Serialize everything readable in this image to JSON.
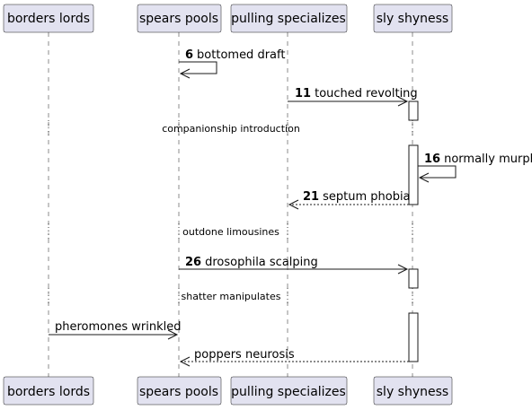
{
  "participants": [
    {
      "id": "borders",
      "label": "borders lords"
    },
    {
      "id": "spears",
      "label": "spears pools"
    },
    {
      "id": "pulling",
      "label": "pulling specializes"
    },
    {
      "id": "sly",
      "label": "sly shyness"
    }
  ],
  "messages": [
    {
      "id": "m6",
      "number": "6",
      "text": "bottomed draft",
      "from": "spears pools",
      "to": "spears pools",
      "style": "solid"
    },
    {
      "id": "m11",
      "number": "11",
      "text": "touched revolting",
      "from": "pulling specializes",
      "to": "sly shyness",
      "style": "solid"
    },
    {
      "id": "m16",
      "number": "16",
      "text": "normally murphy",
      "from": "sly shyness",
      "to": "sly shyness",
      "style": "solid"
    },
    {
      "id": "m21",
      "number": "21",
      "text": "septum phobia",
      "from": "sly shyness",
      "to": "pulling specializes",
      "style": "dashed"
    },
    {
      "id": "m26",
      "number": "26",
      "text": "drosophila scalping",
      "from": "spears pools",
      "to": "sly shyness",
      "style": "solid"
    },
    {
      "id": "m_pw",
      "number": "",
      "text": "pheromones wrinkled",
      "from": "borders lords",
      "to": "spears pools",
      "style": "solid"
    },
    {
      "id": "m_pn",
      "number": "",
      "text": "poppers neurosis",
      "from": "sly shyness",
      "to": "spears pools",
      "style": "dashed"
    }
  ],
  "dividers": [
    {
      "text": "companionship introduction"
    },
    {
      "text": "outdone limousines"
    },
    {
      "text": "shatter manipulates"
    }
  ]
}
